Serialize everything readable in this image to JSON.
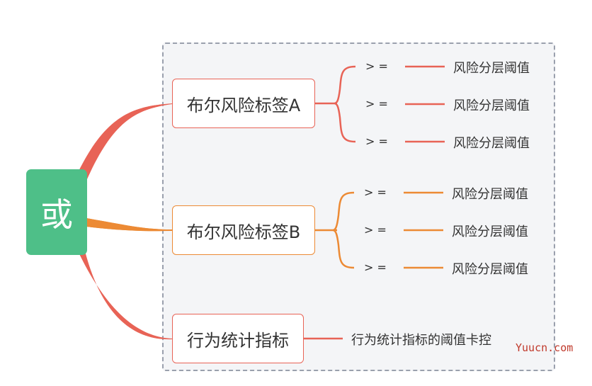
{
  "colors": {
    "root_fill": "#4ebf88",
    "red_branch": "#e86356",
    "orange_branch": "#ec8a34",
    "group_border": "#9aa0ad",
    "group_fill": "#f4f5f7"
  },
  "root": {
    "label": "或"
  },
  "branches": [
    {
      "label": "布尔风险标签A",
      "children": [
        {
          "op": "> =",
          "value": "风险分层阈值"
        },
        {
          "op": "> =",
          "value": "风险分层阈值"
        },
        {
          "op": "> =",
          "value": "风险分层阈值"
        }
      ]
    },
    {
      "label": "布尔风险标签B",
      "children": [
        {
          "op": "> =",
          "value": "风险分层阈值"
        },
        {
          "op": "> =",
          "value": "风险分层阈值"
        },
        {
          "op": "> =",
          "value": "风险分层阈值"
        }
      ]
    },
    {
      "label": "行为统计指标",
      "children": [
        {
          "value": "行为统计指标的阈值卡控"
        }
      ]
    }
  ],
  "watermark": "Yuucn.com"
}
